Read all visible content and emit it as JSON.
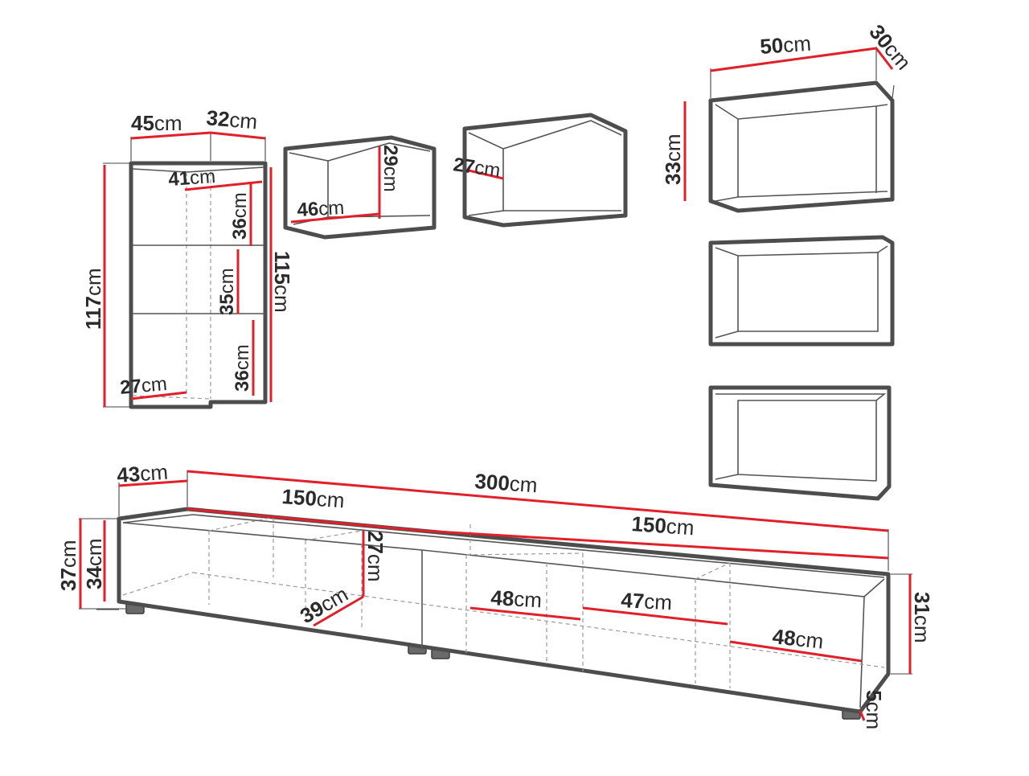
{
  "diagram": {
    "units": "cm",
    "modules": {
      "tall_cabinet": {
        "width": "45",
        "depth": "32",
        "height_front": "117",
        "height_back": "115",
        "inner_width": "41",
        "inner_depth": "27",
        "shelf_top": "36",
        "shelf_middle": "35",
        "shelf_bottom": "36"
      },
      "shelf_small_left": {
        "width": "46",
        "height": "29"
      },
      "shelf_small_right": {
        "depth": "27"
      },
      "wall_box_top": {
        "width": "50",
        "depth": "30",
        "height": "33"
      },
      "wall_box_middle": {},
      "wall_box_bottom": {},
      "tv_stand": {
        "total_width": "300",
        "left_width": "150",
        "right_width": "150",
        "depth": "43",
        "height_outer": "37",
        "height_inner": "34",
        "inner_height": "27",
        "inner_depth": "39",
        "compartment_1": "48",
        "compartment_2": "47",
        "compartment_3": "48",
        "height_right": "31",
        "leg_height": "5"
      }
    }
  }
}
